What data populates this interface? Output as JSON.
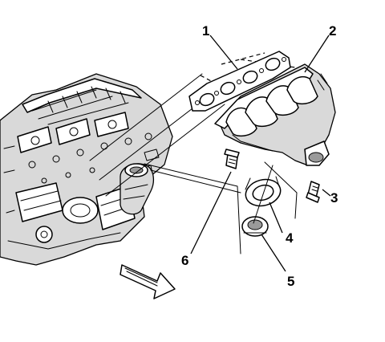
{
  "callouts": {
    "c1": "1",
    "c2": "2",
    "c3": "3",
    "c4": "4",
    "c5": "5",
    "c6": "6"
  },
  "icons": {
    "direction_arrow": "front-direction-arrow-icon"
  }
}
